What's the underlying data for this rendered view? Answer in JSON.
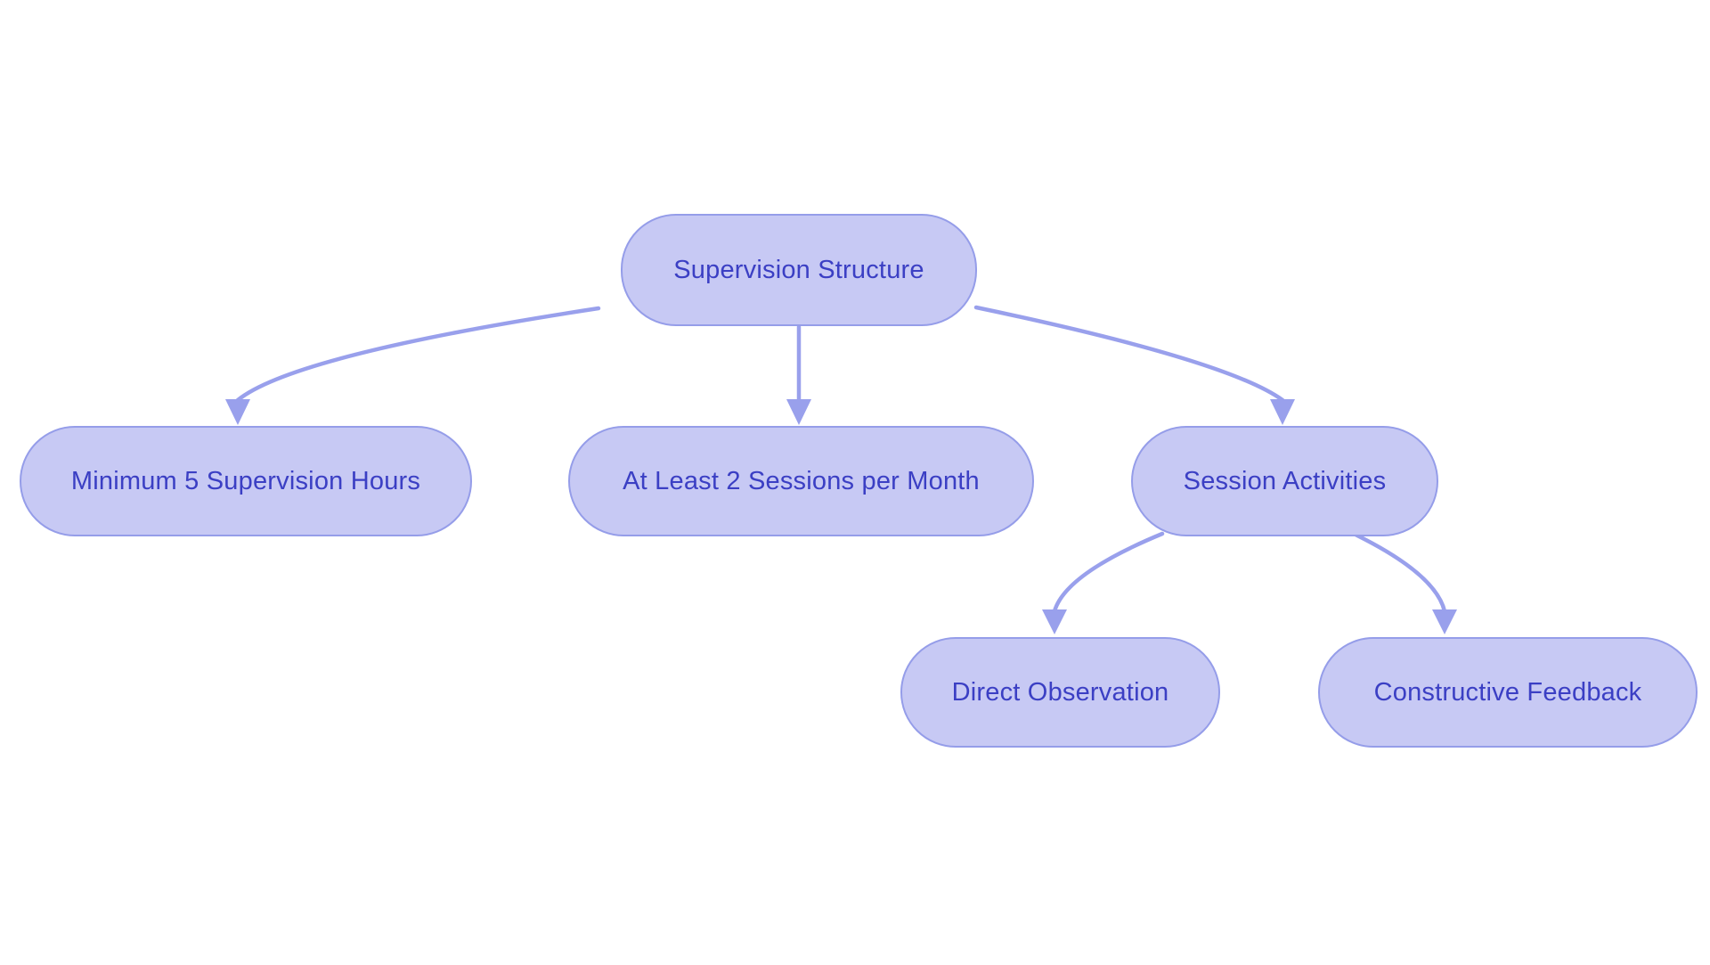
{
  "colors": {
    "node_fill": "#c7c9f4",
    "node_border": "#959de9",
    "node_text": "#3b3fc4",
    "arrow": "#99a0ec",
    "background": "#ffffff"
  },
  "diagram": {
    "type": "flowchart",
    "direction": "top-down",
    "nodes": [
      {
        "id": "supervision-structure",
        "label": "Supervision Structure",
        "level": 0
      },
      {
        "id": "minimum-hours",
        "label": "Minimum 5 Supervision Hours",
        "level": 1
      },
      {
        "id": "sessions-per-month",
        "label": "At Least 2 Sessions per Month",
        "level": 1
      },
      {
        "id": "session-activities",
        "label": "Session Activities",
        "level": 1
      },
      {
        "id": "direct-observation",
        "label": "Direct Observation",
        "level": 2
      },
      {
        "id": "constructive-feedback",
        "label": "Constructive Feedback",
        "level": 2
      }
    ],
    "edges": [
      {
        "from": "supervision-structure",
        "to": "minimum-hours"
      },
      {
        "from": "supervision-structure",
        "to": "sessions-per-month"
      },
      {
        "from": "supervision-structure",
        "to": "session-activities"
      },
      {
        "from": "session-activities",
        "to": "direct-observation"
      },
      {
        "from": "session-activities",
        "to": "constructive-feedback"
      }
    ]
  }
}
